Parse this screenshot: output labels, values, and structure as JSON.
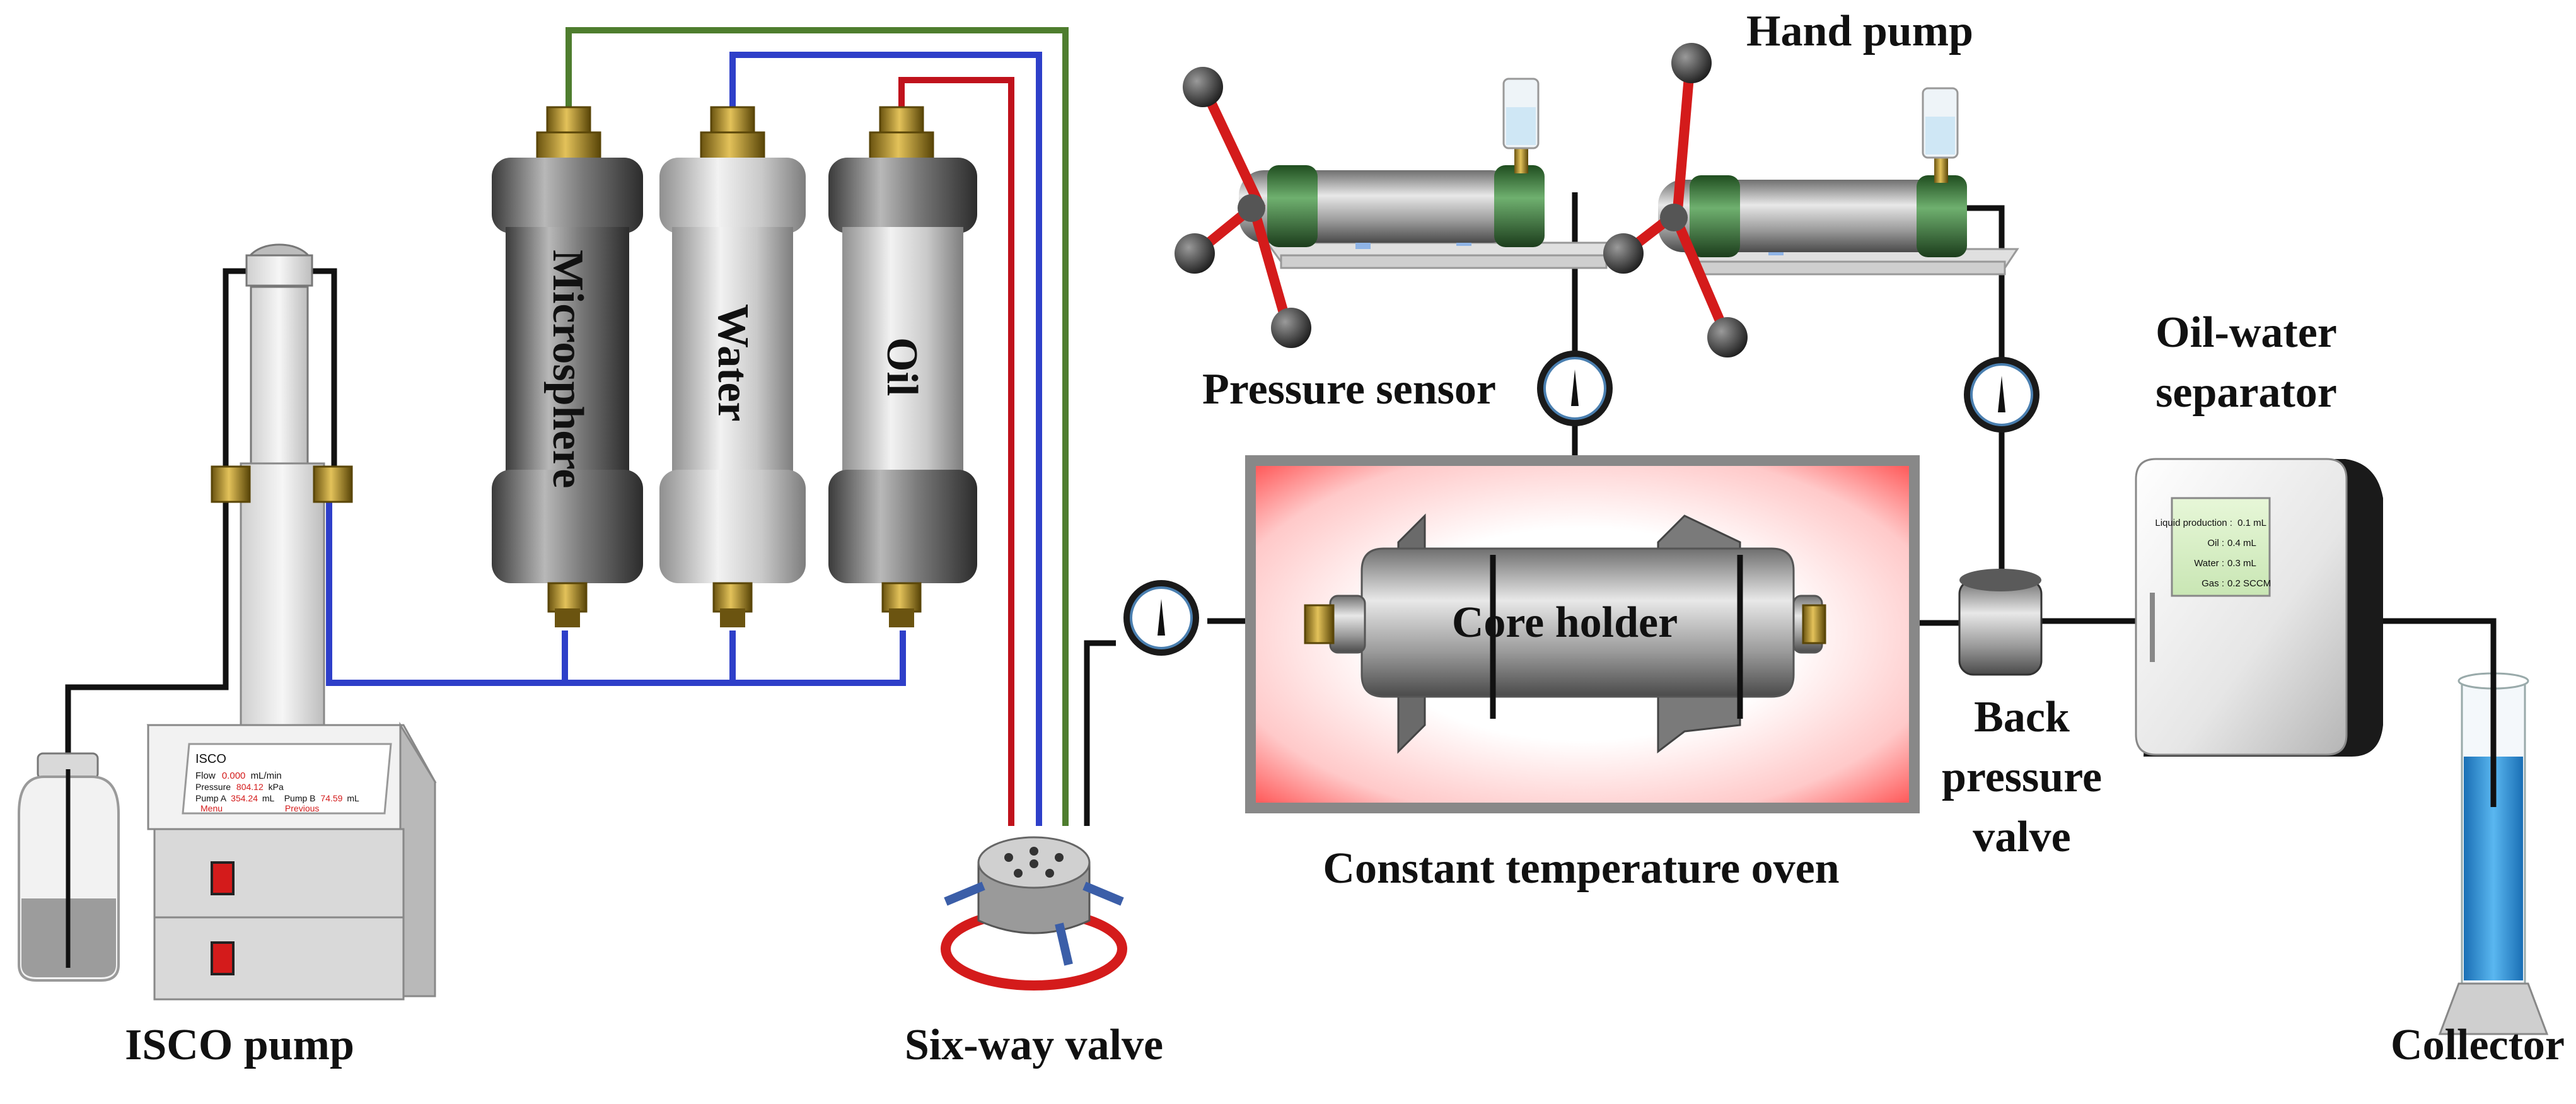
{
  "labels": {
    "isco_pump": "ISCO pump",
    "microsphere": "Microsphere",
    "water": "Water",
    "oil": "Oil",
    "six_way_valve": "Six-way valve",
    "pressure_sensor": "Pressure sensor",
    "hand_pump": "Hand pump",
    "core_holder": "Core holder",
    "constant_temperature_oven": "Constant temperature oven",
    "back_pressure_valve_l1": "Back",
    "back_pressure_valve_l2": "pressure",
    "back_pressure_valve_l3": "valve",
    "oil_water_separator_l1": "Oil-water",
    "oil_water_separator_l2": "separator",
    "collector": "Collector"
  },
  "isco_screen": {
    "brand": "ISCO",
    "flow_label": "Flow",
    "flow_value": "0.000",
    "flow_unit": "mL/min",
    "pressure_label": "Pressure",
    "pressure_value": "804.12",
    "pressure_unit": "kPa",
    "pumpa_label": "Pump A",
    "pumpa_value": "354.24",
    "pumpa_unit": "mL",
    "pumpb_label": "Pump B",
    "pumpb_value": "74.59",
    "pumpb_unit": "mL",
    "menu_left": "Menu",
    "menu_right": "Previous"
  },
  "separator_screen": {
    "liquid_label": "Liquid production :",
    "liquid_value": "0.1 mL",
    "oil_label": "Oil :",
    "oil_value": "0.4 mL",
    "water_label": "Water :",
    "water_value": "0.3 mL",
    "gas_label": "Gas :",
    "gas_value": "0.2 SCCM"
  },
  "colors": {
    "microsphere_line": "#4e7d2e",
    "water_line": "#2e3fc9",
    "oil_line": "#c0121c",
    "pipe": "#111111",
    "oven_glow": "#ff5a5a",
    "collector_liquid": "#3b9de0"
  }
}
